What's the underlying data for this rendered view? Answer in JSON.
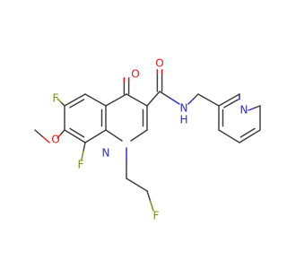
{
  "molecule": {
    "colors": {
      "bond": "#3c3c3c",
      "carbon": "#3c3c3c",
      "nitrogen": "#2d2dcc",
      "oxygen": "#e11a1a",
      "fluorine": "#7c8c18"
    },
    "atoms": [
      {
        "id": "O_carbonyl",
        "element": "O",
        "label": "O"
      },
      {
        "id": "O_amide",
        "element": "O",
        "label": "O"
      },
      {
        "id": "N_amide",
        "element": "N",
        "label": "N"
      },
      {
        "id": "H_amide",
        "element": "N",
        "label": "H"
      },
      {
        "id": "N_pyridine",
        "element": "N",
        "label": "N"
      },
      {
        "id": "F_6",
        "element": "F",
        "label": "F"
      },
      {
        "id": "O_methoxy",
        "element": "O",
        "label": "O"
      },
      {
        "id": "F_8",
        "element": "F",
        "label": "F"
      },
      {
        "id": "N_ring",
        "element": "N",
        "label": "N"
      },
      {
        "id": "F_ethyl",
        "element": "F",
        "label": "F"
      }
    ]
  }
}
